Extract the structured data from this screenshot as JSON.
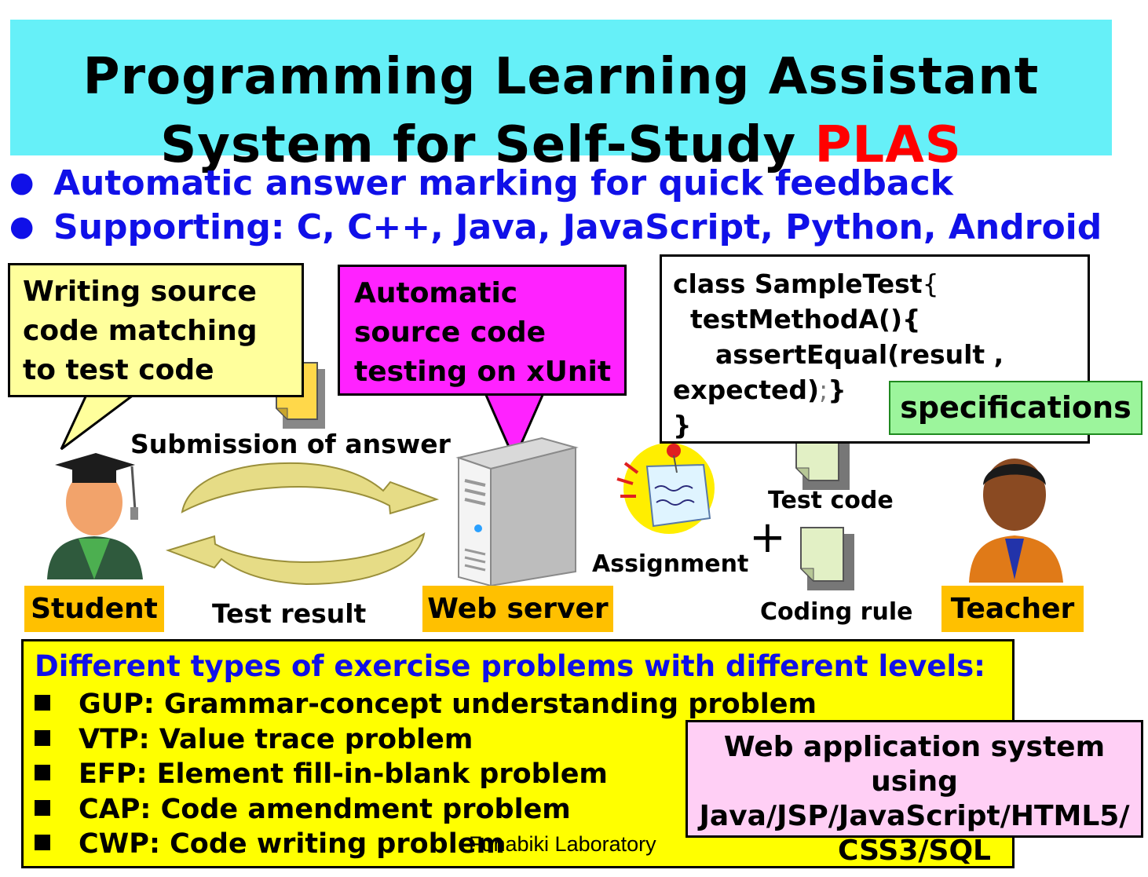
{
  "title": {
    "line1": "Programming Learning Assistant",
    "line2_prefix": "System for Self-Study ",
    "line2_highlight": "PLAS"
  },
  "bullets": [
    "Automatic answer marking for quick feedback",
    "Supporting: C, C++, Java, JavaScript, Python, Android"
  ],
  "callouts": {
    "writing": [
      "Writing source",
      "code matching",
      "to test code"
    ],
    "automatic": [
      "Automatic",
      "source code",
      "testing on xUnit"
    ]
  },
  "code": {
    "line1": "class SampleTest",
    "line1_brace": "{",
    "line2": "testMethodA(){",
    "line3": "assertEqual(result ,",
    "line4": "expected)",
    "line4_semi": ";",
    "line4_brace": "}",
    "line5": "}"
  },
  "specifications": "specifications",
  "labels": {
    "submission": "Submission of answer",
    "test_result": "Test result",
    "assignment": "Assignment",
    "test_code": "Test code",
    "coding_rule": "Coding rule",
    "plus": "+"
  },
  "roles": {
    "student": "Student",
    "web_server": "Web server",
    "teacher": "Teacher"
  },
  "problem_types": {
    "heading": "Different types of exercise problems with different levels:",
    "items": [
      "GUP: Grammar-concept understanding problem",
      "VTP: Value trace problem",
      "EFP: Element fill-in-blank problem",
      "CAP: Code amendment problem",
      "CWP: Code writing problem"
    ]
  },
  "web_app": [
    "Web application system using",
    "Java/JSP/JavaScript/HTML5/",
    "CSS3/SQL"
  ],
  "credit": "Funabiki Laboratory",
  "colors": {
    "title_bg": "#66f0f8",
    "highlight_red": "#ff0000",
    "bullet_blue": "#1010e8",
    "callout_yellow": "#ffff9c",
    "callout_magenta": "#ff22ff",
    "spec_green": "#9cf59c",
    "role_orange": "#ffc000",
    "types_yellow": "#ffff00",
    "web_app_pink": "#ffcff5"
  }
}
